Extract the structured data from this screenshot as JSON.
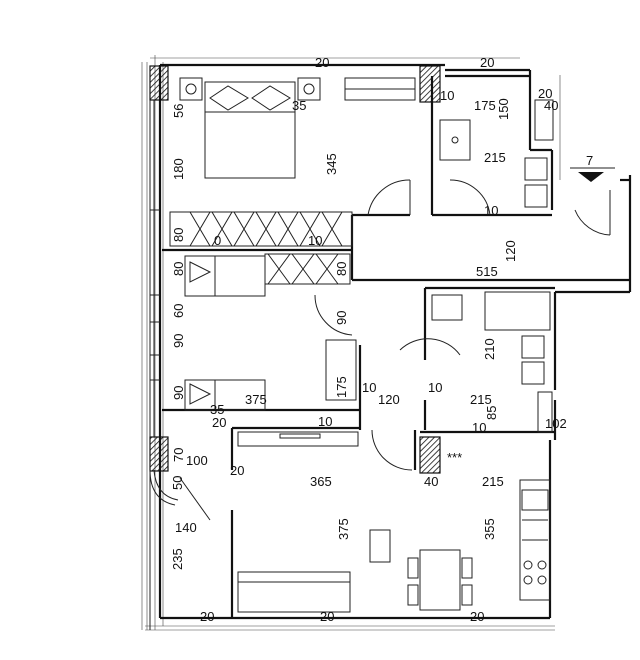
{
  "plan": {
    "direction_marker": "7",
    "stars": "***",
    "dimensions": [
      "20",
      "20",
      "20",
      "56",
      "35",
      "345",
      "180",
      "175",
      "150",
      "40",
      "10",
      "215",
      "10",
      "80",
      "0",
      "10",
      "515",
      "120",
      "80",
      "80",
      "60",
      "90",
      "90",
      "175",
      "210",
      "10",
      "90",
      "35",
      "375",
      "20",
      "10",
      "120",
      "10",
      "215",
      "10",
      "85",
      "102",
      "70",
      "100",
      "20",
      "365",
      "40",
      "215",
      "50",
      "140",
      "375",
      "355",
      "235",
      "20",
      "20",
      "20"
    ]
  }
}
